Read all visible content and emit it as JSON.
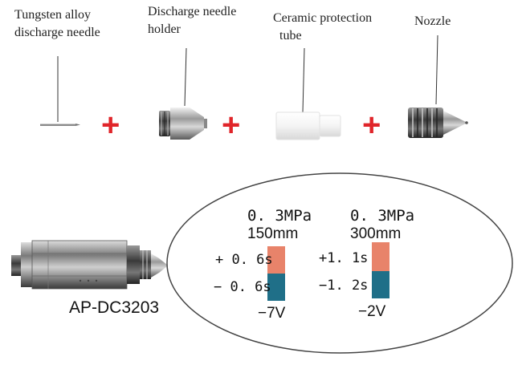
{
  "parts": [
    {
      "line1": "Tungsten alloy",
      "line2": "discharge needle",
      "icon": "needle-icon"
    },
    {
      "line1": "Discharge needle",
      "line2": "holder",
      "icon": "needle-holder-icon"
    },
    {
      "line1": "Ceramic protection",
      "line2": "tube",
      "icon": "ceramic-tube-icon"
    },
    {
      "line1": "Nozzle",
      "line2": "",
      "icon": "nozzle-icon"
    }
  ],
  "plus_sign": "+",
  "plus_color": "#e0252a",
  "model": "AP-DC3203",
  "tests": [
    {
      "pressure": "0. 3MPa",
      "distance": "150mm",
      "pos_time": "+ 0. 6s",
      "neg_time": "− 0. 6s",
      "voltage": "−7V"
    },
    {
      "pressure": "0. 3MPa",
      "distance": "300mm",
      "pos_time": "+1. 1s",
      "neg_time": "−1. 2s",
      "voltage": "−2V"
    }
  ],
  "colors": {
    "positive": "#e8836a",
    "negative": "#1f6f88"
  }
}
